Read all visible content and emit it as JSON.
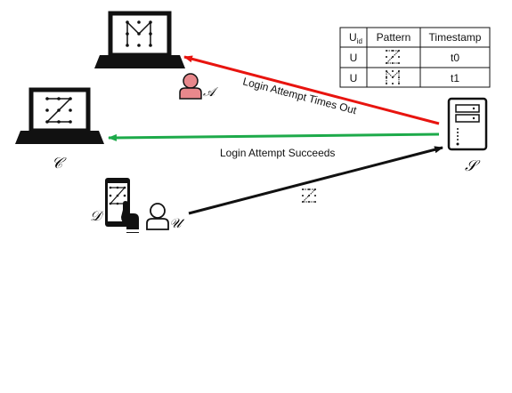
{
  "colors": {
    "attacker_arrow": "#e8140f",
    "success_arrow": "#1daa4a",
    "user_arrow": "#111111",
    "attacker_fill": "#e8888c",
    "phone": "#111111"
  },
  "table": {
    "headers": [
      "U",
      "Pattern",
      "Timestamp"
    ],
    "header_subscript": "id",
    "rows": [
      {
        "uid": "U",
        "pattern_icon": "z-pattern-icon",
        "timestamp": "t0"
      },
      {
        "uid": "U",
        "pattern_icon": "m-pattern-icon",
        "timestamp": "t1"
      }
    ]
  },
  "entities": {
    "attacker": "𝒜",
    "client": "𝒞",
    "server": "𝒮",
    "device": "𝒟",
    "user": "𝒰"
  },
  "arrows": {
    "attacker_label": "Login Attempt Times Out",
    "success_label": "Login Attempt Succeeds"
  },
  "icons": {
    "attacker_laptop_pattern": "m-pattern-icon",
    "client_laptop_pattern": "z-pattern-icon",
    "phone_pattern": "z-pattern-icon",
    "user_arrow_pattern": "z-pattern-icon"
  }
}
